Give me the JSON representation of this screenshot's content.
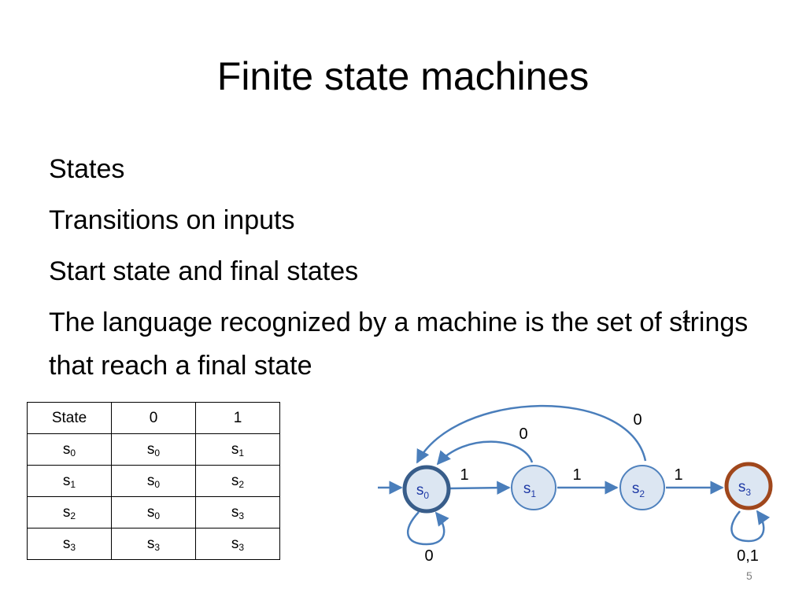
{
  "slide": {
    "title": "Finite state machines",
    "bullets": [
      "States",
      "Transitions on inputs",
      "Start state and final states",
      "The language recognized by a machine is the set of strings that reach a final state"
    ],
    "stray_mark": "1",
    "slide_number": "5"
  },
  "table": {
    "header": [
      "State",
      "0",
      "1"
    ],
    "rows": [
      [
        {
          "b": "s",
          "n": "0"
        },
        {
          "b": "s",
          "n": "0"
        },
        {
          "b": "s",
          "n": "1"
        }
      ],
      [
        {
          "b": "s",
          "n": "1"
        },
        {
          "b": "s",
          "n": "0"
        },
        {
          "b": "s",
          "n": "2"
        }
      ],
      [
        {
          "b": "s",
          "n": "2"
        },
        {
          "b": "s",
          "n": "0"
        },
        {
          "b": "s",
          "n": "3"
        }
      ],
      [
        {
          "b": "s",
          "n": "3"
        },
        {
          "b": "s",
          "n": "3"
        },
        {
          "b": "s",
          "n": "3"
        }
      ]
    ]
  },
  "diagram": {
    "states": [
      {
        "id": "s0",
        "base": "s",
        "sub": "0",
        "start": true,
        "final": false
      },
      {
        "id": "s1",
        "base": "s",
        "sub": "1",
        "start": false,
        "final": false
      },
      {
        "id": "s2",
        "base": "s",
        "sub": "2",
        "start": false,
        "final": false
      },
      {
        "id": "s3",
        "base": "s",
        "sub": "3",
        "start": false,
        "final": true
      }
    ],
    "transitions": [
      {
        "from": "s0",
        "to": "s1",
        "label": "1"
      },
      {
        "from": "s1",
        "to": "s2",
        "label": "1"
      },
      {
        "from": "s2",
        "to": "s3",
        "label": "1"
      },
      {
        "from": "s1",
        "to": "s0",
        "label": "0"
      },
      {
        "from": "s2",
        "to": "s0",
        "label": "0"
      },
      {
        "from": "s0",
        "to": "s0",
        "label": "0"
      },
      {
        "from": "s3",
        "to": "s3",
        "label": "0,1"
      }
    ],
    "colors": {
      "node_fill": "#dce6f2",
      "node_stroke": "#4f81bd",
      "start_stroke": "#385d8a",
      "final_stroke": "#a0471c",
      "edge": "#4a7ebb",
      "label": "#1f3aa6"
    }
  }
}
